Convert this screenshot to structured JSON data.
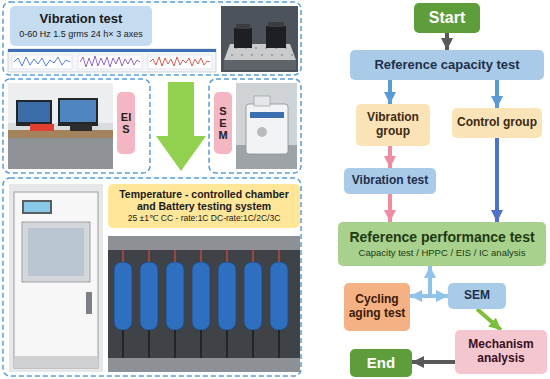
{
  "diagram": {
    "nodes": [
      {
        "text": [
          "Vibration test",
          "0-60 Hz 1.5 grms 24 h× 3 axes"
        ]
      },
      {
        "text": [
          "EIS"
        ]
      },
      {
        "text": [
          "SEM"
        ]
      },
      {
        "text": [
          "Temperature - controlled chamber and Battery testing system",
          "25 ±1℃ CC - rate:1C DC-rate:1C/2C/3C"
        ]
      },
      {
        "text": [
          "Start"
        ]
      },
      {
        "text": [
          "Reference capacity test"
        ]
      },
      {
        "text": [
          "Vibration group"
        ]
      },
      {
        "text": [
          "Control group"
        ]
      },
      {
        "text": [
          "Vibration test"
        ]
      },
      {
        "text": [
          "Reference performance test",
          "Capacity test / HPPC / EIS / IC analysis"
        ]
      },
      {
        "text": [
          "Cycling aging test"
        ]
      },
      {
        "text": [
          "SEM"
        ]
      },
      {
        "text": [
          "Mechanism analysis"
        ]
      },
      {
        "text": [
          "End"
        ]
      }
    ],
    "edges": [
      {
        "from": 4,
        "to": 5,
        "arrow": "to"
      },
      {
        "from": 5,
        "to": 6,
        "arrow": "to"
      },
      {
        "from": 5,
        "to": 7,
        "arrow": "to"
      },
      {
        "from": 6,
        "to": 8,
        "arrow": "to"
      },
      {
        "from": 8,
        "to": 9,
        "arrow": "to"
      },
      {
        "from": 7,
        "to": 9,
        "arrow": "to"
      },
      {
        "from": 9,
        "to": 10,
        "arrow": "both"
      },
      {
        "from": 9,
        "to": 11,
        "arrow": "to"
      },
      {
        "from": 11,
        "to": 12,
        "arrow": "to"
      },
      {
        "from": 12,
        "to": 13,
        "arrow": "to"
      }
    ]
  }
}
